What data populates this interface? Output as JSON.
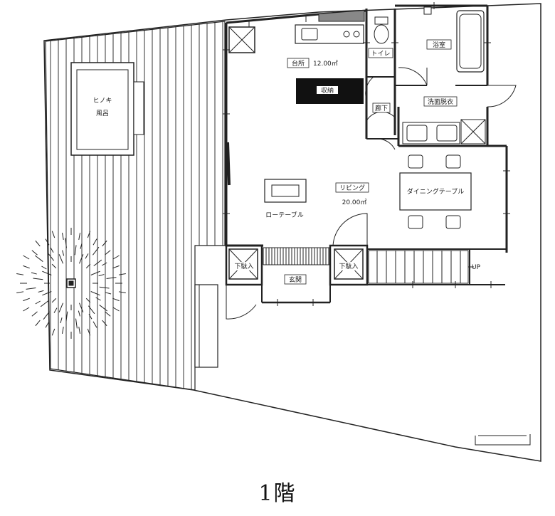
{
  "floor_label": "1階",
  "rooms": {
    "kitchen": "台所",
    "kitchen_area": "12.00㎡",
    "storage": "収納",
    "toilet": "トイレ",
    "bathroom": "浴室",
    "corridor": "廊下",
    "washroom": "洗面脱衣",
    "hinoki_bath_line1": "ヒノキ",
    "hinoki_bath_line2": "風呂",
    "living": "リビング",
    "living_area": "20.00㎡",
    "dining_table": "ダイニングテーブル",
    "low_table": "ローテーブル",
    "entrance": "玄関",
    "shoe_box_left": "下駄入",
    "shoe_box_right": "下駄入",
    "stair_up": "UP"
  }
}
